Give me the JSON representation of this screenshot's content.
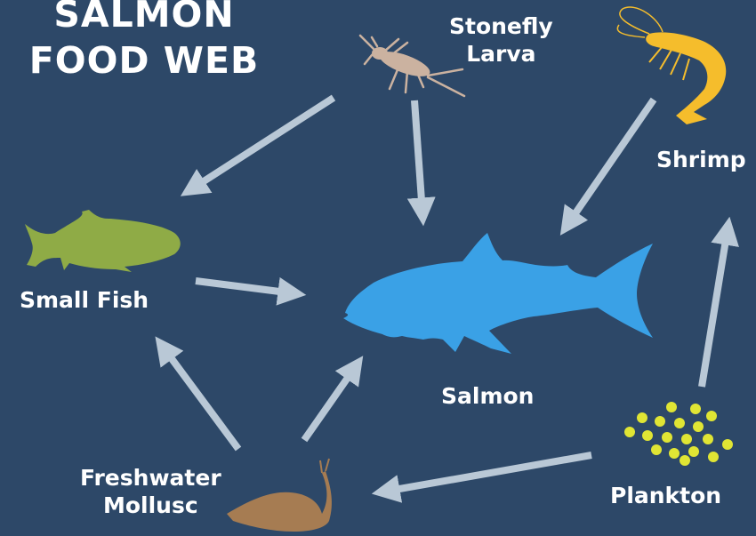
{
  "title_line1": "SALMON",
  "title_line2": "FOOD WEB",
  "colors": {
    "background": "#2d4868",
    "arrow": "#b9c8d6",
    "salmon": "#3aa1e6",
    "small_fish": "#8fab46",
    "shrimp": "#f5bd2c",
    "stonefly": "#cbb2a0",
    "mollusc": "#a67c52",
    "plankton": "#e0e534"
  },
  "nodes": {
    "stonefly": {
      "line1": "Stonefly",
      "line2": "Larva",
      "icon": "stonefly-larva-icon"
    },
    "shrimp": {
      "label": "Shrimp",
      "icon": "shrimp-icon"
    },
    "small_fish": {
      "label": "Small Fish",
      "icon": "small-fish-icon"
    },
    "salmon": {
      "label": "Salmon",
      "icon": "salmon-icon"
    },
    "mollusc": {
      "line1": "Freshwater",
      "line2": "Mollusc",
      "icon": "snail-icon"
    },
    "plankton": {
      "label": "Plankton",
      "icon": "plankton-icon"
    }
  }
}
